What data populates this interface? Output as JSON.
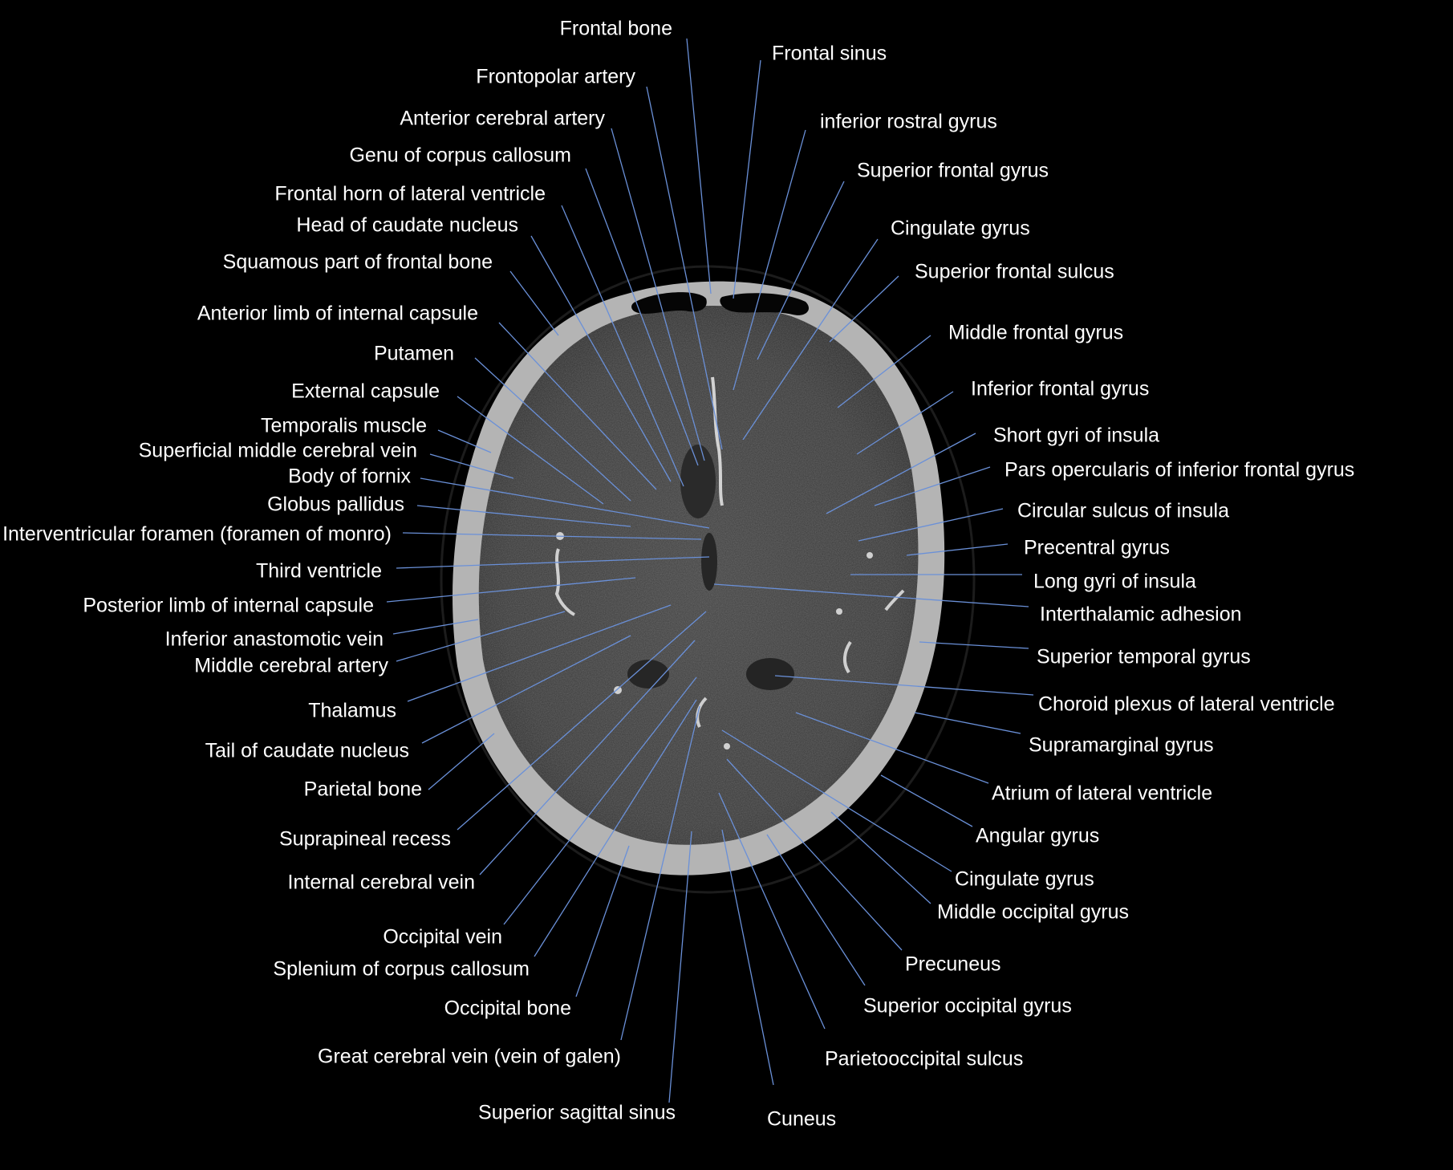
{
  "colors": {
    "background": "#000000",
    "label_text": "#ffffff",
    "leader_line": "#6a90d8",
    "bone": "#b4b4b4",
    "brain_tissue": "#3a3a3a",
    "vessel": "#d2d2d2"
  },
  "image": {
    "name": "axial-brain-ct-scan"
  },
  "labels": [
    {
      "id": "frontal-bone",
      "text": "Frontal bone"
    },
    {
      "id": "frontal-sinus",
      "text": "Frontal sinus"
    },
    {
      "id": "frontopolar-artery",
      "text": "Frontopolar artery"
    },
    {
      "id": "anterior-cerebral-artery",
      "text": "Anterior cerebral artery"
    },
    {
      "id": "inferior-rostral-gyrus",
      "text": "inferior rostral gyrus"
    },
    {
      "id": "genu-of-corpus-callosum",
      "text": "Genu of corpus callosum"
    },
    {
      "id": "superior-frontal-gyrus",
      "text": "Superior frontal gyrus"
    },
    {
      "id": "frontal-horn-of-lateral-ventricle",
      "text": "Frontal horn of lateral ventricle"
    },
    {
      "id": "head-of-caudate-nucleus",
      "text": "Head of caudate nucleus"
    },
    {
      "id": "cingulate-gyrus-anterior",
      "text": "Cingulate gyrus"
    },
    {
      "id": "squamous-part-of-frontal-bone",
      "text": "Squamous part of frontal bone"
    },
    {
      "id": "superior-frontal-sulcus",
      "text": "Superior frontal sulcus"
    },
    {
      "id": "anterior-limb-of-internal-capsule",
      "text": "Anterior limb of internal capsule"
    },
    {
      "id": "middle-frontal-gyrus",
      "text": "Middle frontal gyrus"
    },
    {
      "id": "putamen",
      "text": "Putamen"
    },
    {
      "id": "inferior-frontal-gyrus",
      "text": "Inferior frontal gyrus"
    },
    {
      "id": "external-capsule",
      "text": "External capsule"
    },
    {
      "id": "short-gyri-of-insula",
      "text": "Short gyri of insula"
    },
    {
      "id": "temporalis-muscle",
      "text": "Temporalis muscle"
    },
    {
      "id": "superficial-middle-cerebral-vein",
      "text": "Superficial middle cerebral vein"
    },
    {
      "id": "pars-opercularis",
      "text": "Pars opercularis of inferior frontal gyrus"
    },
    {
      "id": "body-of-fornix",
      "text": "Body of fornix"
    },
    {
      "id": "circular-sulcus-of-insula",
      "text": "Circular sulcus of insula"
    },
    {
      "id": "globus-pallidus",
      "text": "Globus pallidus"
    },
    {
      "id": "interventricular-foramen",
      "text": "Interventricular foramen (foramen of monro)"
    },
    {
      "id": "precentral-gyrus",
      "text": "Precentral gyrus"
    },
    {
      "id": "third-ventricle",
      "text": "Third ventricle"
    },
    {
      "id": "long-gyri-of-insula",
      "text": "Long gyri of insula"
    },
    {
      "id": "posterior-limb-of-internal-capsule",
      "text": "Posterior limb of internal capsule"
    },
    {
      "id": "interthalamic-adhesion",
      "text": "Interthalamic adhesion"
    },
    {
      "id": "inferior-anastomotic-vein",
      "text": "Inferior anastomotic vein"
    },
    {
      "id": "superior-temporal-gyrus",
      "text": "Superior temporal gyrus"
    },
    {
      "id": "middle-cerebral-artery",
      "text": "Middle cerebral artery"
    },
    {
      "id": "choroid-plexus",
      "text": "Choroid plexus of lateral ventricle"
    },
    {
      "id": "thalamus",
      "text": "Thalamus"
    },
    {
      "id": "supramarginal-gyrus",
      "text": "Supramarginal gyrus"
    },
    {
      "id": "tail-of-caudate-nucleus",
      "text": "Tail of caudate nucleus"
    },
    {
      "id": "parietal-bone",
      "text": "Parietal bone"
    },
    {
      "id": "atrium-of-lateral-ventricle",
      "text": "Atrium of lateral ventricle"
    },
    {
      "id": "angular-gyrus",
      "text": "Angular gyrus"
    },
    {
      "id": "suprapineal-recess",
      "text": "Suprapineal recess"
    },
    {
      "id": "cingulate-gyrus-posterior",
      "text": "Cingulate gyrus"
    },
    {
      "id": "internal-cerebral-vein",
      "text": "Internal cerebral vein"
    },
    {
      "id": "middle-occipital-gyrus",
      "text": "Middle occipital gyrus"
    },
    {
      "id": "occipital-vein",
      "text": "Occipital vein"
    },
    {
      "id": "precuneus",
      "text": "Precuneus"
    },
    {
      "id": "splenium-of-corpus-callosum",
      "text": "Splenium of corpus callosum"
    },
    {
      "id": "superior-occipital-gyrus",
      "text": "Superior occipital gyrus"
    },
    {
      "id": "occipital-bone",
      "text": "Occipital bone"
    },
    {
      "id": "great-cerebral-vein",
      "text": "Great cerebral vein (vein of galen)"
    },
    {
      "id": "parietooccipital-sulcus",
      "text": "Parietooccipital sulcus"
    },
    {
      "id": "superior-sagittal-sinus",
      "text": "Superior sagittal sinus"
    },
    {
      "id": "cuneus",
      "text": "Cuneus"
    }
  ]
}
